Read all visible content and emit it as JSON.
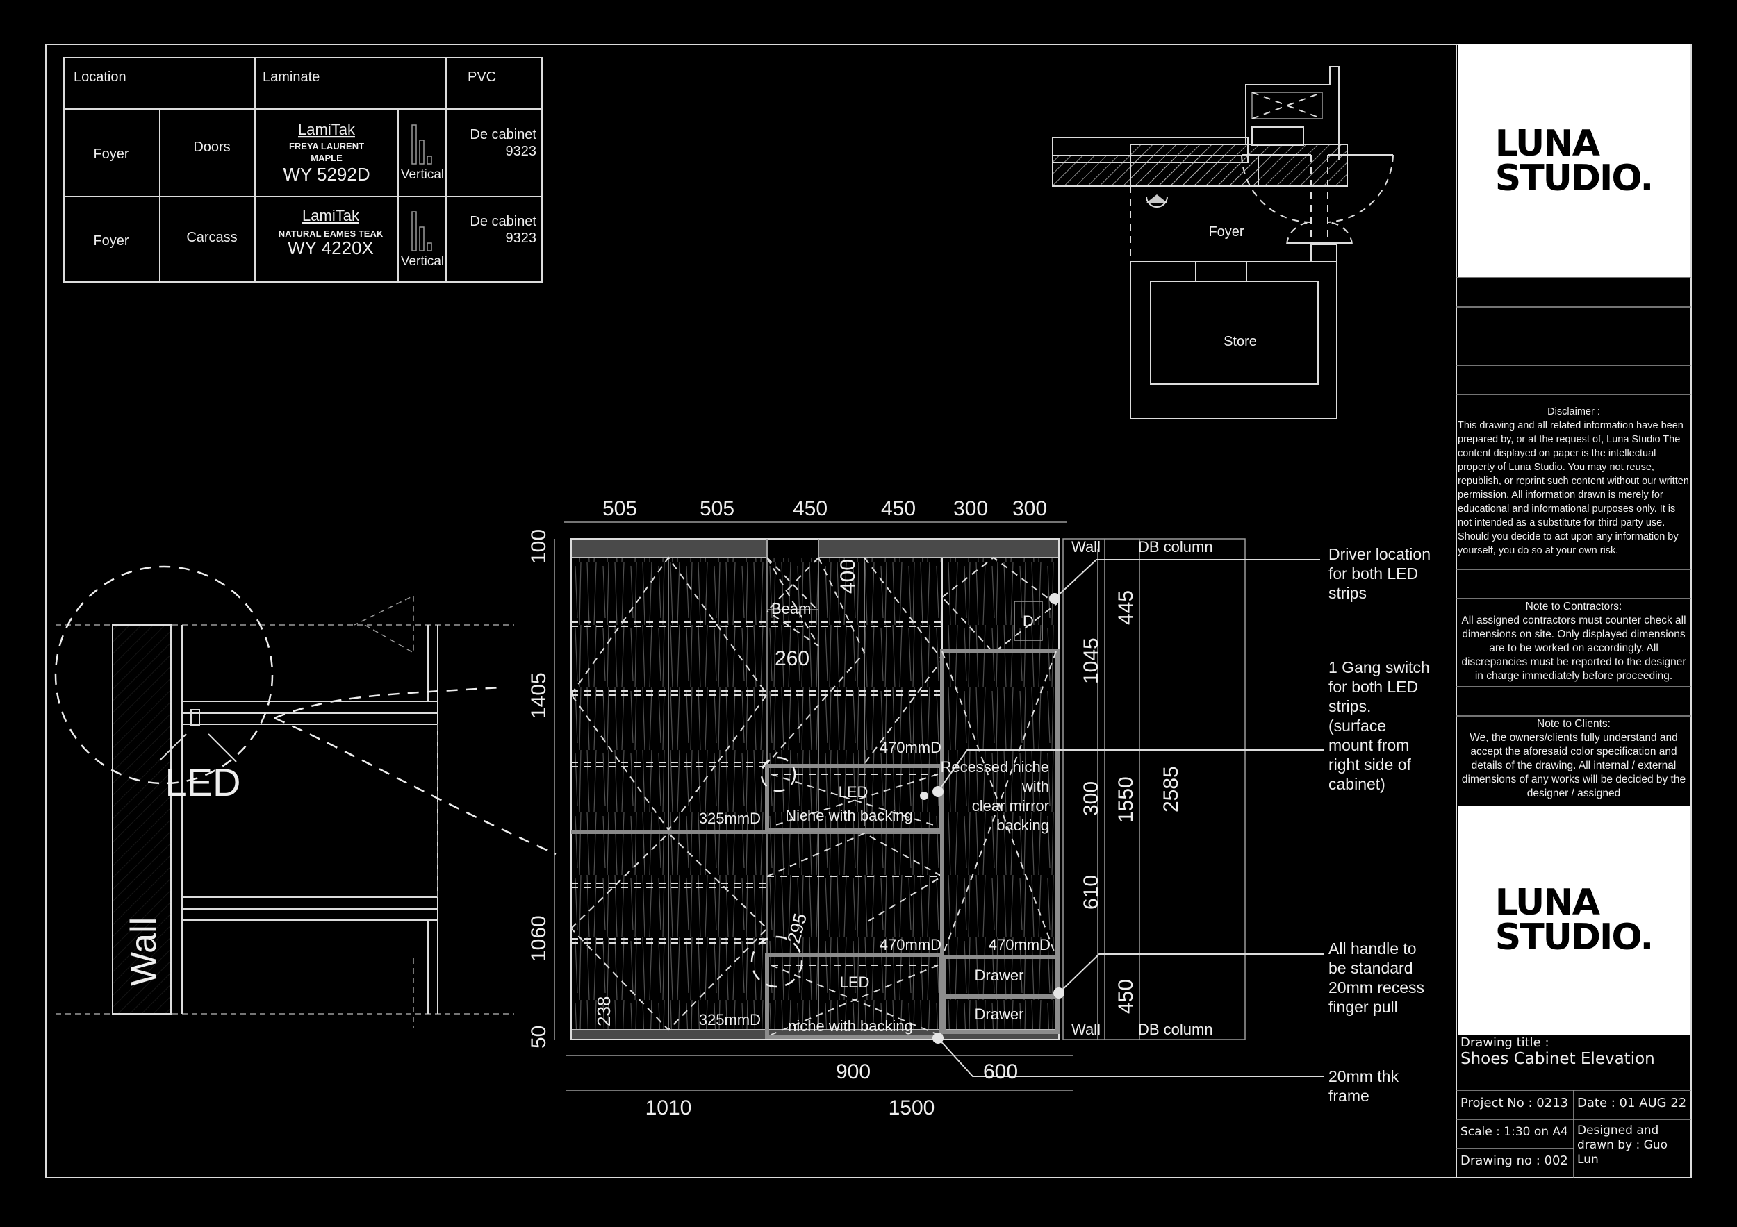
{
  "material_table": {
    "headers": {
      "location": "Location",
      "laminate": "Laminate",
      "pvc": "PVC"
    },
    "rows": [
      {
        "location": "Foyer",
        "part": "Doors",
        "brand": "LamiTak",
        "finish_line1": "FREYA LAURENT",
        "finish_line2": "MAPLE",
        "code": "WY 5292D",
        "grain": "Vertical",
        "pvc_line1": "De cabinet",
        "pvc_line2": "9323"
      },
      {
        "location": "Foyer",
        "part": "Carcass",
        "brand": "LamiTak",
        "finish_line1": "NATURAL EAMES TEAK",
        "finish_line2": "",
        "code": "WY 4220X",
        "grain": "Vertical",
        "pvc_line1": "De cabinet",
        "pvc_line2": "9323"
      }
    ]
  },
  "plan": {
    "room1": "Foyer",
    "room2": "Store"
  },
  "detail": {
    "led_label": "LED",
    "wall_label": "Wall"
  },
  "elevation": {
    "top_dims": [
      "505",
      "505",
      "450",
      "450",
      "300",
      "300"
    ],
    "left_dims": [
      "100",
      "1405",
      "1060",
      "50"
    ],
    "inner_dims": {
      "beam_h": "400",
      "beam_w": "260",
      "shelf_238": "238",
      "diag_295": "295"
    },
    "right_dims": {
      "d445": "445",
      "d1045": "1045",
      "d300": "300",
      "d1550": "1550",
      "d2585": "2585",
      "d610": "610",
      "d450": "450"
    },
    "bottom_dims": {
      "d900": "900",
      "d600": "600",
      "d1010": "1010",
      "d1500": "1500"
    },
    "labels": {
      "beam": "Beam",
      "driver": "D",
      "depth_470a": "470mmD",
      "depth_470b": "470mmD",
      "depth_470c": "470mmD",
      "depth_325a": "325mmD",
      "depth_325b": "325mmD",
      "led_upper": "LED",
      "led_lower": "LED",
      "niche_upper": "Niche with backing",
      "niche_lower": "niche with backing",
      "recessed_line1": "Recessed niche",
      "recessed_line2": "with",
      "recessed_line3": "clear mirror",
      "recessed_line4": "backing",
      "drawer1": "Drawer",
      "drawer2": "Drawer",
      "wall_top": "Wall",
      "wall_bottom": "Wall",
      "db_top": "DB column",
      "db_bottom": "DB column"
    },
    "callouts": [
      {
        "lines": [
          "Driver location",
          "for both LED",
          "strips"
        ]
      },
      {
        "lines": [
          "1 Gang switch",
          "for both LED",
          "strips.",
          "(surface",
          "mount from",
          "right side of",
          "cabinet)"
        ]
      },
      {
        "lines": [
          "All handle to",
          "be standard",
          "20mm recess",
          "finger pull"
        ]
      },
      {
        "lines": [
          "20mm thk",
          "frame"
        ]
      }
    ]
  },
  "title_block": {
    "logo_line1": "LUNA",
    "logo_line2": "STUDIO.",
    "disclaimer_title": "Disclaimer :",
    "disclaimer_text": "This drawing and all related information have been prepared by, or at the request of, Luna Studio The content displayed on paper is the intellectual property of Luna Studio. You may not reuse, republish, or reprint such content without our written permission. All information drawn is merely for educational and informational purposes only. It is not intended as a substitute for third party use. Should you decide to act upon any information by yourself, you do so at your own risk.",
    "contractors_title": "Note to Contractors:",
    "contractors_text": "All assigned contractors must counter check all dimensions on site. Only displayed dimensions are to be worked on accordingly. All discrepancies must be reported to the designer in charge immediately before proceeding.",
    "clients_title": "Note to Clients:",
    "clients_text": "We, the owners/clients fully understand and accept the aforesaid color specification and details of the drawing. All internal / external dimensions of any works will be decided by the designer / assigned",
    "drawing_title_label": "Drawing title :",
    "drawing_title": "Shoes Cabinet Elevation",
    "project_no": "Project No : 0213",
    "date": "Date : 01 AUG 22",
    "scale": "Scale : 1:30 on A4",
    "designed_by": "Designed and drawn by : Guo Lun",
    "drawing_no": "Drawing no : 002"
  }
}
